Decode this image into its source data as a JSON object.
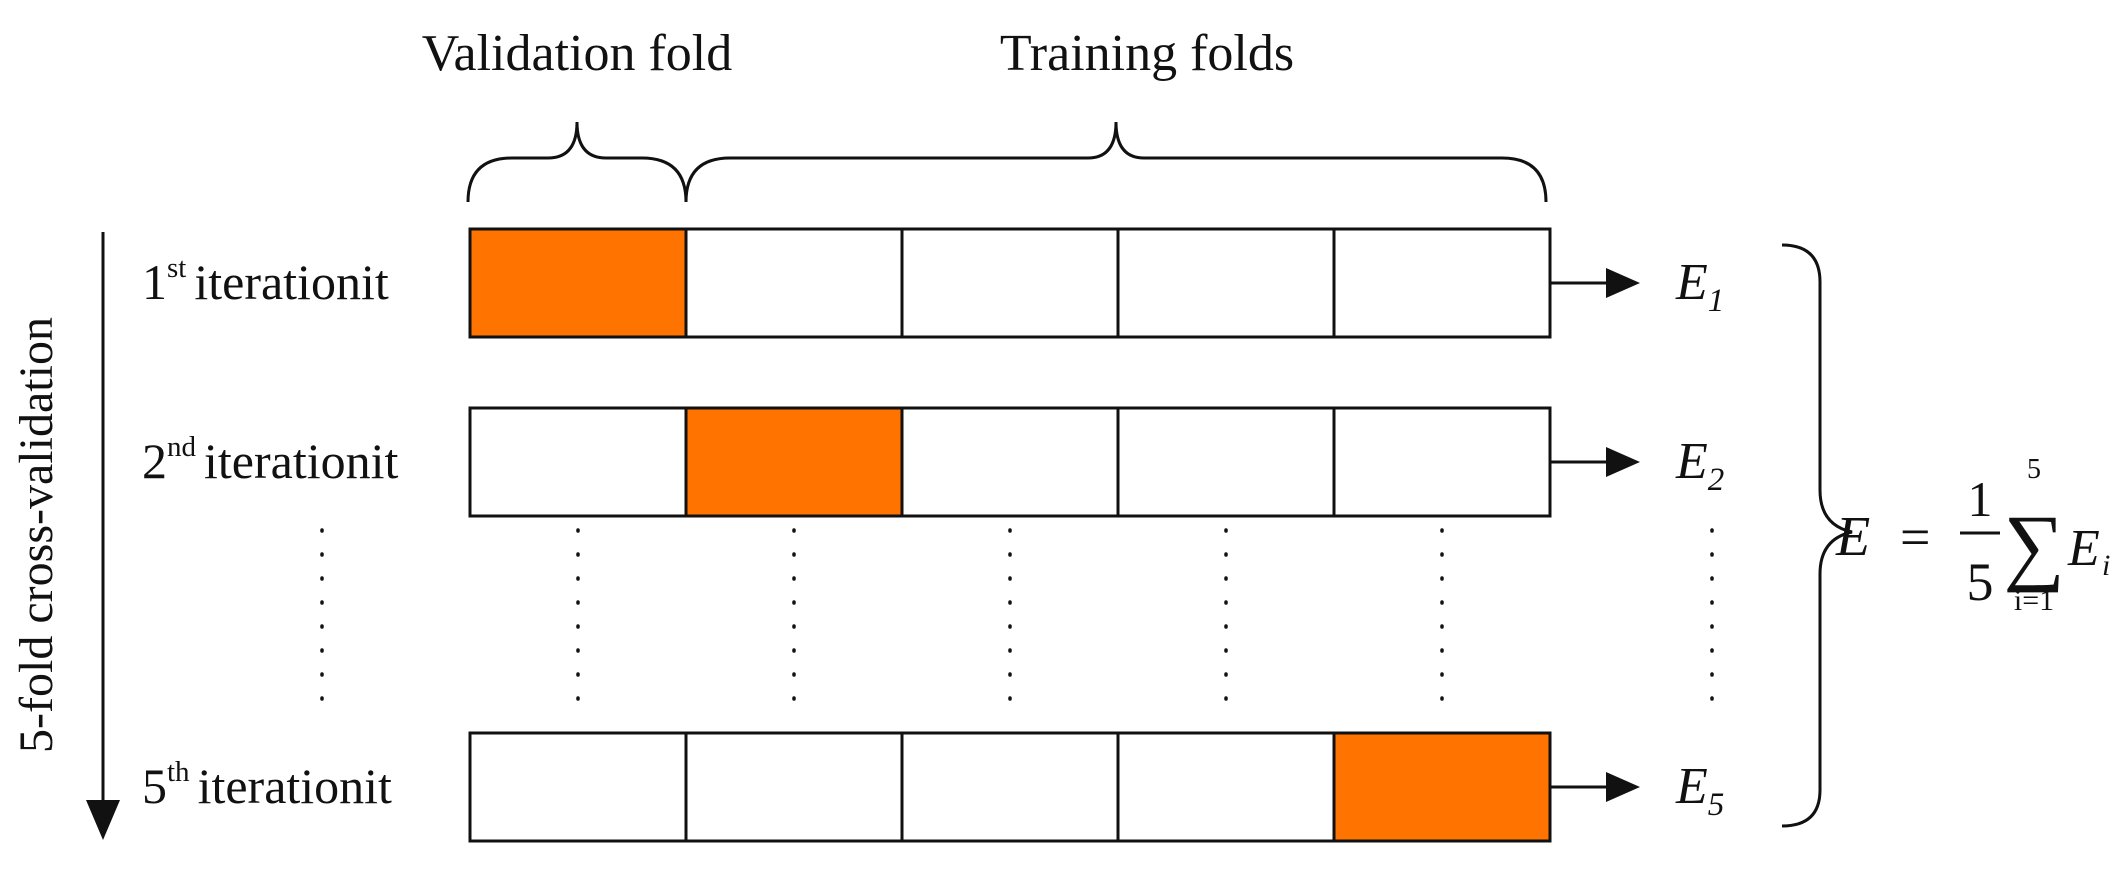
{
  "diagram": {
    "header": {
      "validation_label": "Validation fold",
      "training_label": "Training folds"
    },
    "side_label": "5-fold cross-validation",
    "fold_count": 5,
    "colors": {
      "validation_fill": "#FF7300",
      "training_fill": "#FFFFFF",
      "stroke": "#111111"
    },
    "iterations": [
      {
        "ordinal": "1",
        "suffix": "st",
        "word": "iterationit",
        "validation_index": 0,
        "error_base": "E",
        "error_sub": "1"
      },
      {
        "ordinal": "2",
        "suffix": "nd",
        "word": "iterationit",
        "validation_index": 1,
        "error_base": "E",
        "error_sub": "2"
      },
      {
        "ordinal": "5",
        "suffix": "th",
        "word": "iterationit",
        "validation_index": 4,
        "error_base": "E",
        "error_sub": "5"
      }
    ],
    "formula": {
      "lhs": "E",
      "equals": "=",
      "numerator": "1",
      "denominator": "5",
      "sum_upper": "5",
      "sum_lower": "i=1",
      "sigma": "∑",
      "term_base": "E",
      "term_sub": "i"
    }
  }
}
